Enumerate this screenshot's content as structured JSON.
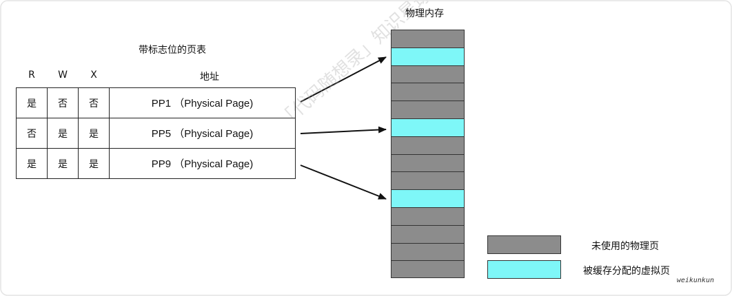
{
  "page_table": {
    "title": "带标志位的页表",
    "headers": {
      "r": "R",
      "w": "W",
      "x": "X",
      "addr": "地址"
    },
    "rows": [
      {
        "r": "是",
        "w": "否",
        "x": "否",
        "addr": "PP1 （Physical Page)"
      },
      {
        "r": "否",
        "w": "是",
        "x": "是",
        "addr": "PP5 （Physical Page)"
      },
      {
        "r": "是",
        "w": "是",
        "x": "是",
        "addr": "PP9 （Physical Page)"
      }
    ]
  },
  "memory": {
    "title": "物理内存",
    "blocks": [
      "unused",
      "cached",
      "unused",
      "unused",
      "unused",
      "cached",
      "unused",
      "unused",
      "unused",
      "cached",
      "unused",
      "unused",
      "unused",
      "unused"
    ]
  },
  "legend": {
    "unused_label": "未使用的物理页",
    "cached_label": "被缓存分配的虚拟页"
  },
  "colors": {
    "unused": "#8c8c8c",
    "cached": "#7ef7f8"
  },
  "watermark": "「代码随想录」知识星球",
  "credit": "weikunkun"
}
